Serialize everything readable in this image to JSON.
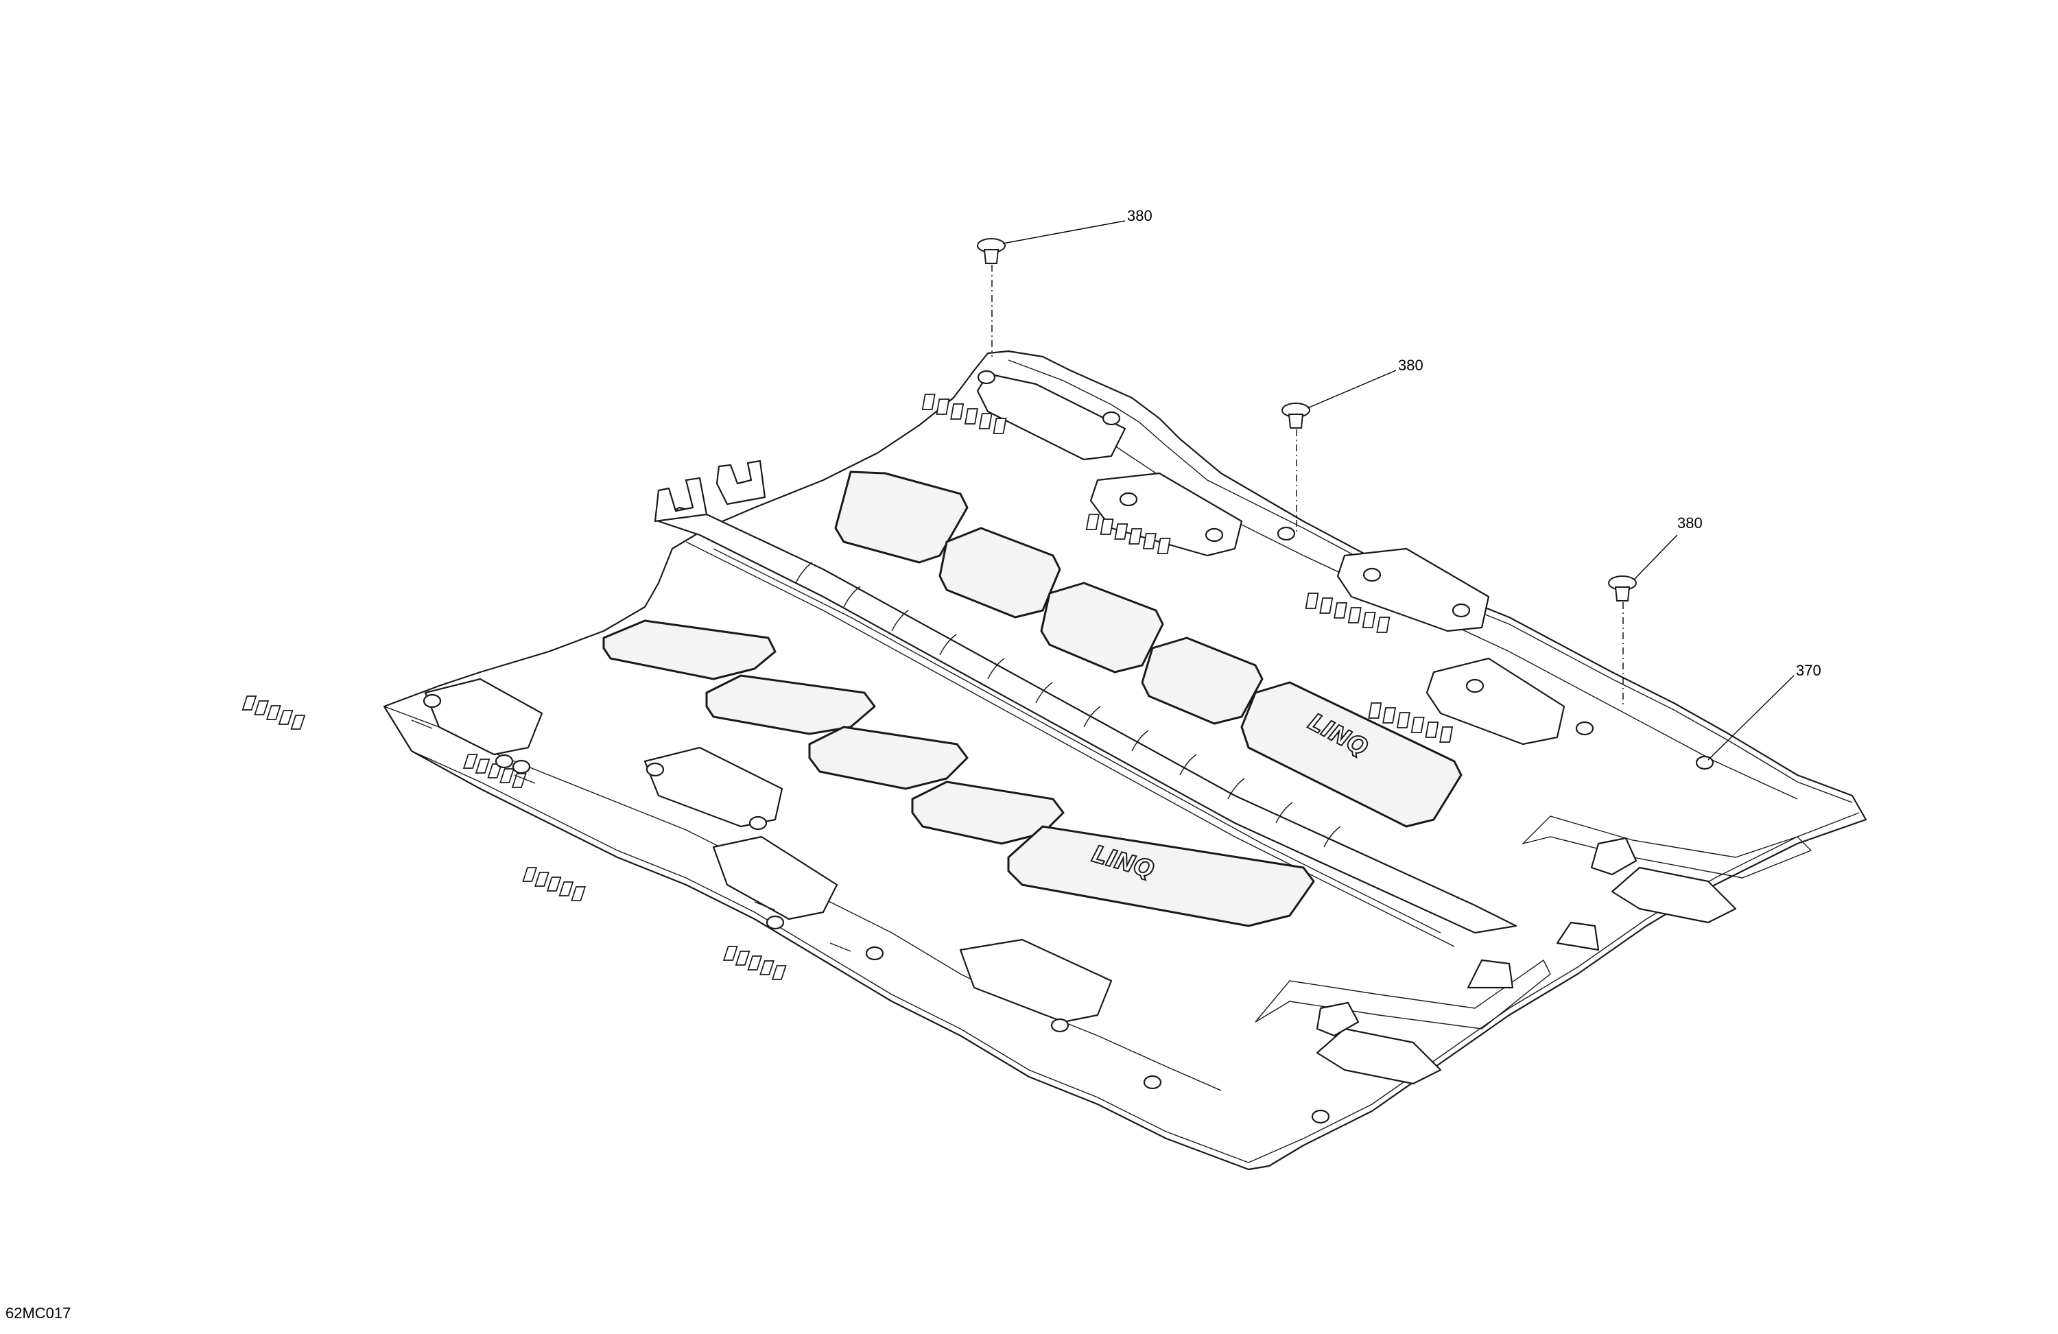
{
  "drawing_id": "62MC017",
  "pad_logo_text": "LINQ",
  "callouts": [
    {
      "id": "fastener-1",
      "label": "380"
    },
    {
      "id": "fastener-2",
      "label": "380"
    },
    {
      "id": "fastener-3",
      "label": "380"
    },
    {
      "id": "floorboard",
      "label": "370"
    }
  ]
}
